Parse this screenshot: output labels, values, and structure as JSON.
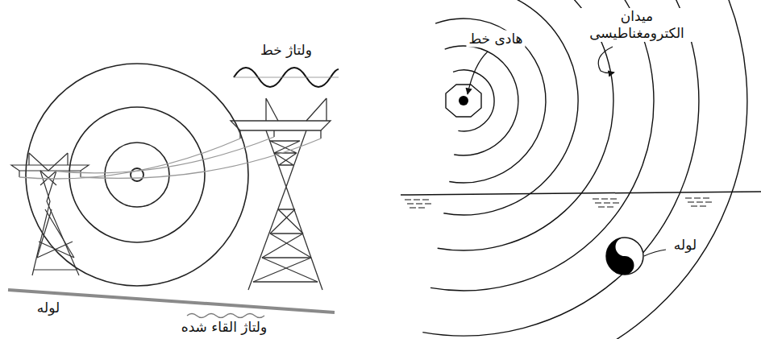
{
  "diagram": {
    "labels": [
      "ولتاژ خط",
      "لوله",
      "ولتاژ القاء شده",
      "میدان الکترومغناطیسی",
      "هادی خط",
      "لوله"
    ]
  }
}
